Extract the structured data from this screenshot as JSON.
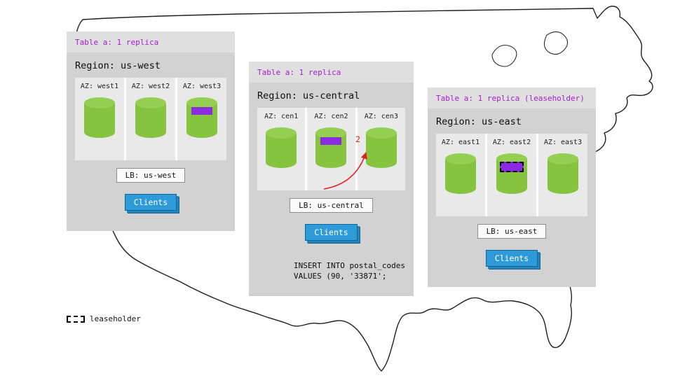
{
  "panels": {
    "west": {
      "table_label": "Table a: 1 replica",
      "region_label": "Region: us-west",
      "azs": [
        {
          "label": "AZ: west1",
          "replica": false,
          "leaseholder": false
        },
        {
          "label": "AZ: west2",
          "replica": false,
          "leaseholder": false
        },
        {
          "label": "AZ: west3",
          "replica": true,
          "leaseholder": false
        }
      ],
      "lb_label": "LB: us-west",
      "clients_label": "Clients"
    },
    "central": {
      "table_label": "Table a: 1 replica",
      "region_label": "Region: us-central",
      "azs": [
        {
          "label": "AZ: cen1",
          "replica": false,
          "leaseholder": false
        },
        {
          "label": "AZ: cen2",
          "replica": true,
          "leaseholder": false
        },
        {
          "label": "AZ: cen3",
          "replica": false,
          "leaseholder": false
        }
      ],
      "lb_label": "LB: us-central",
      "clients_label": "Clients",
      "sql_line1": "INSERT INTO postal_codes",
      "sql_line2": "VALUES (90, '33871';"
    },
    "east": {
      "table_label": "Table a: 1 replica (leaseholder)",
      "region_label": "Region: us-east",
      "azs": [
        {
          "label": "AZ: east1",
          "replica": false,
          "leaseholder": false
        },
        {
          "label": "AZ: east2",
          "replica": true,
          "leaseholder": true
        },
        {
          "label": "AZ: east3",
          "replica": false,
          "leaseholder": false
        }
      ],
      "lb_label": "LB: us-east",
      "clients_label": "Clients"
    }
  },
  "annotations": {
    "arrow_step_label": "2"
  },
  "legend": {
    "label": "leaseholder"
  },
  "colors": {
    "cylinder_green": "#86c440",
    "cylinder_top_green": "#95cf51",
    "replica_purple": "#8a2be2",
    "clients_blue": "#2e9bd8",
    "arrow_red": "#dd2222",
    "table_label_purple": "#a21fd0",
    "panel_gray": "#d2d2d2"
  }
}
